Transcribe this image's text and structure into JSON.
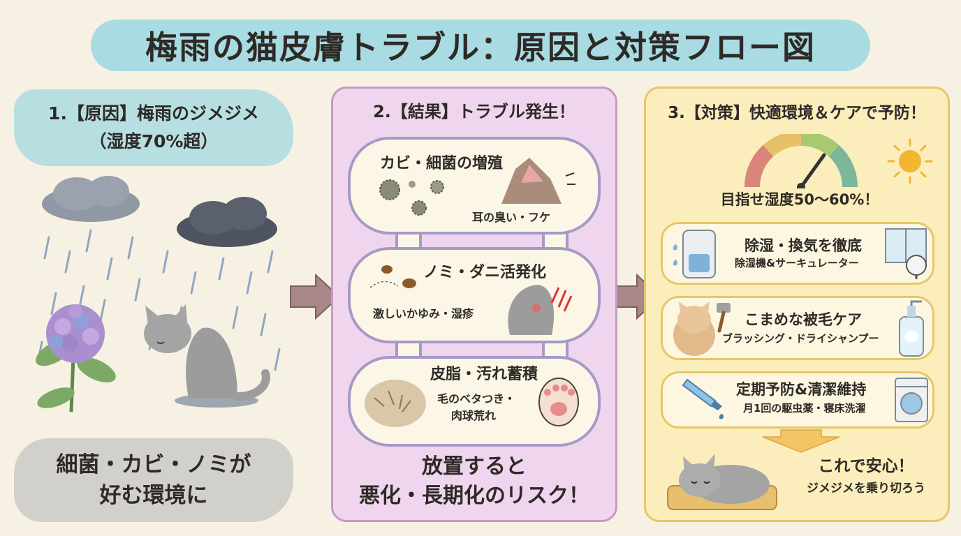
{
  "title": "梅雨の猫皮膚トラブル：原因と対策フロー図",
  "cause": {
    "heading_line1": "1.【原因】梅雨のジメジメ",
    "heading_line2": "（湿度70%超）",
    "footer_line1": "細菌・カビ・ノミが",
    "footer_line2": "好む環境に"
  },
  "result": {
    "heading": "2.【結果】トラブル発生！",
    "items": [
      {
        "title": "カビ・細菌の増殖",
        "sub1": "耳の臭い・フケ",
        "sub2": ""
      },
      {
        "title": "ノミ・ダニ活発化",
        "sub1": "激しいかゆみ・湿疹",
        "sub2": ""
      },
      {
        "title": "皮脂・汚れ蓄積",
        "sub1": "毛のベタつき・",
        "sub2": "肉球荒れ"
      }
    ],
    "footer_line1": "放置すると",
    "footer_line2": "悪化・長期化のリスク！"
  },
  "countermeasure": {
    "heading": "3.【対策】快適環境＆ケアで予防！",
    "humidity_target": "目指せ湿度50〜60%！",
    "items": [
      {
        "title": "除湿・換気を徹底",
        "sub": "除湿機&サーキュレーター"
      },
      {
        "title": "こまめな被毛ケア",
        "sub": "ブラッシング・ドライシャンプー"
      },
      {
        "title": "定期予防&清潔維持",
        "sub": "月1回の駆虫薬・寝床洗濯"
      }
    ],
    "safe_line1": "これで安心！",
    "safe_line2": "ジメジメを乗り切ろう"
  },
  "colors": {
    "title_bg": "#a9dbe3",
    "cause_bg": "#b7dfe2",
    "result_bg": "#efd6ee",
    "result_border": "#c39ac6",
    "bubble_border": "#a59ac6",
    "counter_bg": "#fbeebc",
    "counter_border": "#e6c767",
    "arrow": "#a8878a"
  },
  "icons": [
    "cloud-icon",
    "rain-icon",
    "hydrangea-icon",
    "cat-icon",
    "mold-icon",
    "cat-ear-icon",
    "flea-icon",
    "scratching-cat-icon",
    "fur-icon",
    "paw-icon",
    "gauge-icon",
    "sun-icon",
    "dehumidifier-icon",
    "window-icon",
    "fan-icon",
    "long-hair-cat-icon",
    "brush-icon",
    "shampoo-icon",
    "medicine-icon",
    "washing-machine-icon",
    "sleeping-cat-icon"
  ]
}
